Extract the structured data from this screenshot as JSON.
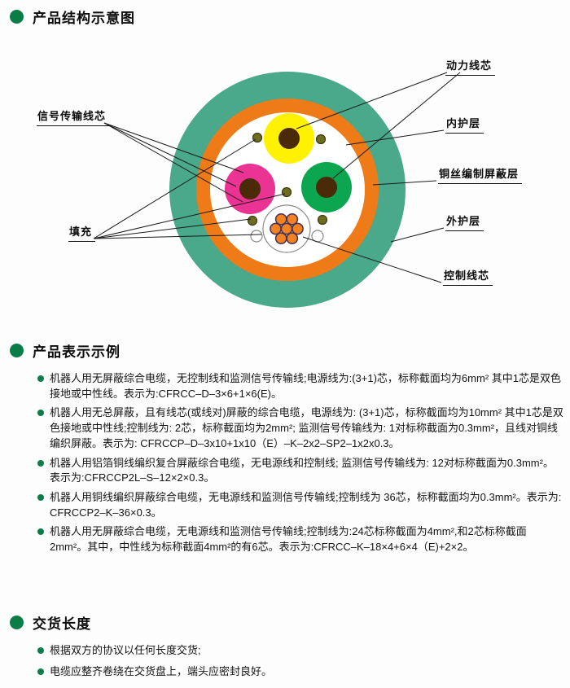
{
  "structure_section": {
    "title": "产品结构示意图",
    "labels": {
      "power_core": "动力线芯",
      "signal_core": "信号传输线芯",
      "inner_sheath": "内护层",
      "copper_shield": "铜丝编制屏蔽层",
      "filling": "填充",
      "outer_sheath": "外护层",
      "control_core": "控制线芯"
    },
    "colors": {
      "outer_sheath": "#4aa88b",
      "shield_ring": "#ee7a18",
      "inner_area": "#ffffff",
      "power_core_yellow": "#fff200",
      "power_core_green": "#0ba64f",
      "signal_core_magenta": "#ea3393",
      "core_center_brown": "#4b2a0a",
      "control_dot_orange": "#f58220",
      "control_dot_outline": "#3f3058",
      "filler_dot_olive": "#6e6c1e",
      "filler_dot_outline": "#3c3a10",
      "bundle_outline": "#8a8a8a",
      "leader_line": "#1a1a1a",
      "bullet_green": "#0a7d46"
    }
  },
  "examples_section": {
    "title": "产品表示示例",
    "items": [
      "机器人用无屏蔽综合电缆，无控制线和监测信号传输线;电源线为:(3+1)芯，标称截面均为6mm² 其中1芯是双色接地或中性线。表示为:CFRCC–D–3×6+1×6(E)。",
      "机器人用无总屏蔽，且有线芯(或线对)屏蔽的综合电缆，电源线为: (3+1)芯，标称截面均为10mm² 其中1芯是双色接地或中性线;控制线为: 2芯，标称截面均为2mm²; 监测信号传输线为: 1对标称截面为0.3mm²，且线对铜线编织屏蔽。表示为: CFRCCP–D–3x10+1x10（E）–K–2x2–SP2–1x2x0.3。",
      "机器人用铝箔铜线编织复合屏蔽综合电缆，无电源线和控制线; 监测信号传输线为: 12对标称截面为0.3mm²。 表示为:CFRCCP2L–S–12×2×0.3。",
      "机器人用铜线编织屏蔽综合电缆，无电源线和监测信号传输线;控制线为 36芯，标称截面均为0.3mm²。表示为: CFRCCP2–K–36×0.3。",
      "机器人用无屏蔽综合电缆，无电源线和监测信号传输线;控制线为:24芯标称截面为4mm²,和2芯标称截面2mm²。其中，中性线为标称截面4mm²的有6芯。表示为:CFRCC–K–18×4+6×4（E)+2×2。"
    ]
  },
  "delivery_section": {
    "title": "交货长度",
    "items": [
      "根据双方的协议以任何长度交货;",
      "电缆应整齐卷绕在交货盘上，端头应密封良好。"
    ]
  }
}
